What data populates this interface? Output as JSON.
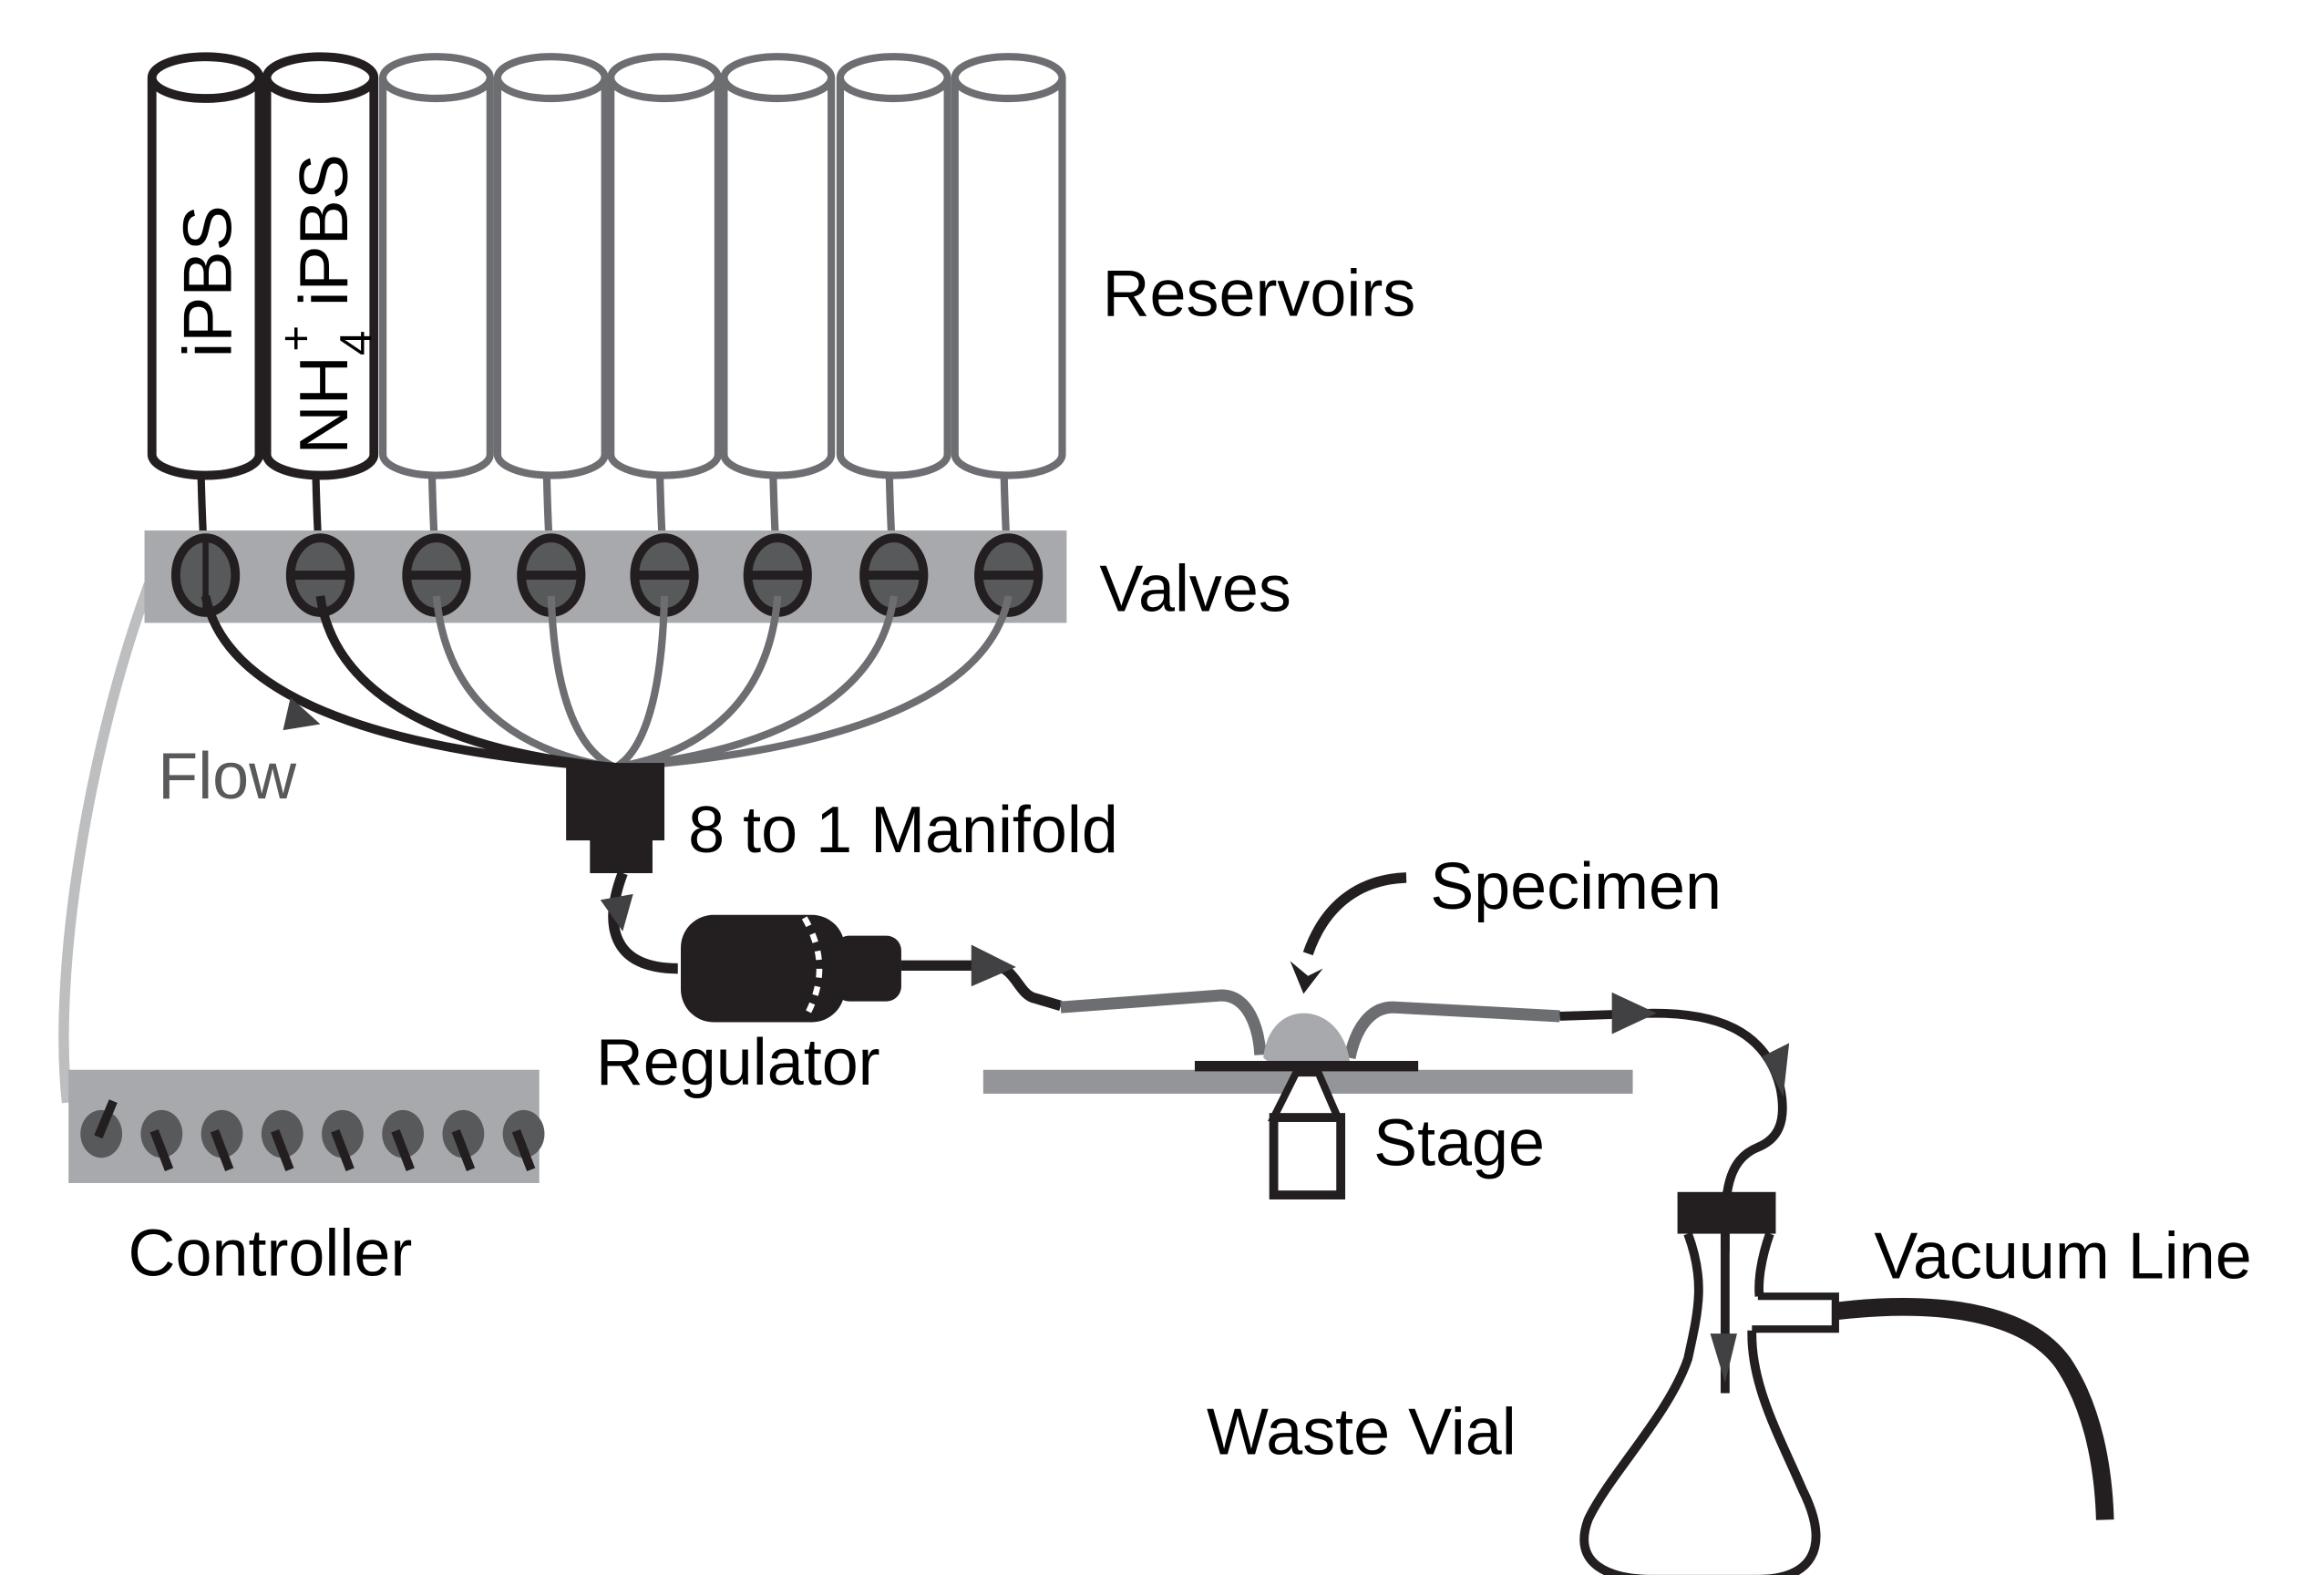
{
  "title": "Perfusion system schematic",
  "labels": {
    "reservoirs": "Reservoirs",
    "valves": "Valves",
    "flow": "Flow",
    "manifold": "8 to 1 Manifold",
    "regulator": "Regulator",
    "specimen": "Specimen",
    "stage": "Stage",
    "controller": "Controller",
    "vacuum_line": "Vacuum Line",
    "waste_vial": "Waste Vial"
  },
  "reservoirs": [
    {
      "label": "iPBS",
      "active": true
    },
    {
      "label_main": "NH",
      "label_sub": "4",
      "label_sup": "+",
      "label_rest": " iPBS",
      "active": true
    },
    {
      "label": "",
      "active": false
    },
    {
      "label": "",
      "active": false
    },
    {
      "label": "",
      "active": false
    },
    {
      "label": "",
      "active": false
    },
    {
      "label": "",
      "active": false
    },
    {
      "label": "",
      "active": false
    }
  ],
  "valves": [
    {
      "state": "open"
    },
    {
      "state": "closed"
    },
    {
      "state": "closed"
    },
    {
      "state": "closed"
    },
    {
      "state": "closed"
    },
    {
      "state": "closed"
    },
    {
      "state": "closed"
    },
    {
      "state": "closed"
    }
  ],
  "controller_switches": [
    {
      "state": "on"
    },
    {
      "state": "off"
    },
    {
      "state": "off"
    },
    {
      "state": "off"
    },
    {
      "state": "off"
    },
    {
      "state": "off"
    },
    {
      "state": "off"
    },
    {
      "state": "off"
    }
  ],
  "colors": {
    "active": "#231f20",
    "inactive": "#6d6e71",
    "panel": "#a7a9ac",
    "stage": "#939598",
    "knob": "#58595b",
    "specimen": "#a7a9ac",
    "controller_wire": "#bcbec0",
    "arrow": "#414042"
  }
}
